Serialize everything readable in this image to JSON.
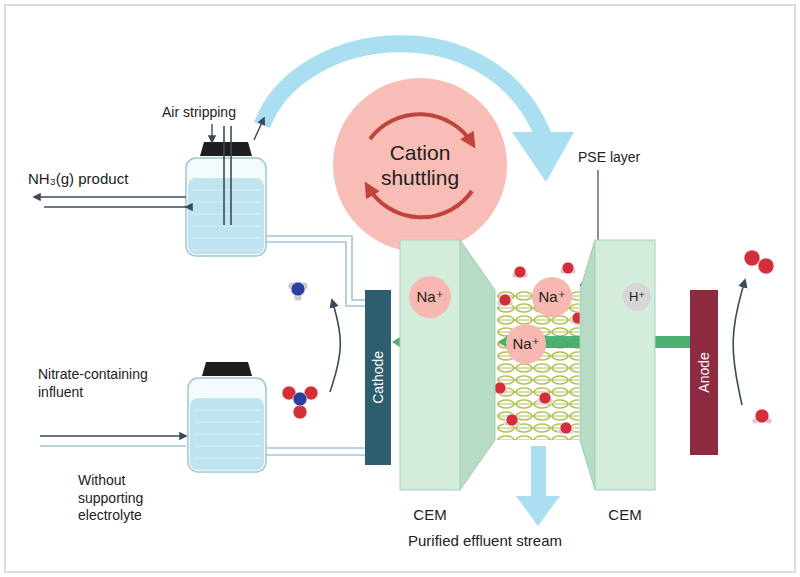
{
  "diagram": {
    "nodes": [
      {
        "text": [
          "Cation shuttling"
        ]
      },
      {
        "text": [
          "Cathode"
        ]
      },
      {
        "text": [
          "CEM"
        ]
      },
      {
        "text": [
          "Na⁺"
        ],
        "in": 2
      },
      {
        "text": [
          "Na⁺"
        ]
      },
      {
        "text": [
          "Na⁺"
        ]
      },
      {
        "text": [
          "CEM"
        ]
      },
      {
        "text": [
          "H⁺"
        ],
        "in": 6
      },
      {
        "text": [
          "Anode"
        ]
      }
    ],
    "labels": [
      "Air stripping",
      "NH₃(g) product",
      "Nitrate-containing influent",
      "Without supporting electrolyte",
      "PSE layer",
      "Purified effluent stream"
    ]
  }
}
